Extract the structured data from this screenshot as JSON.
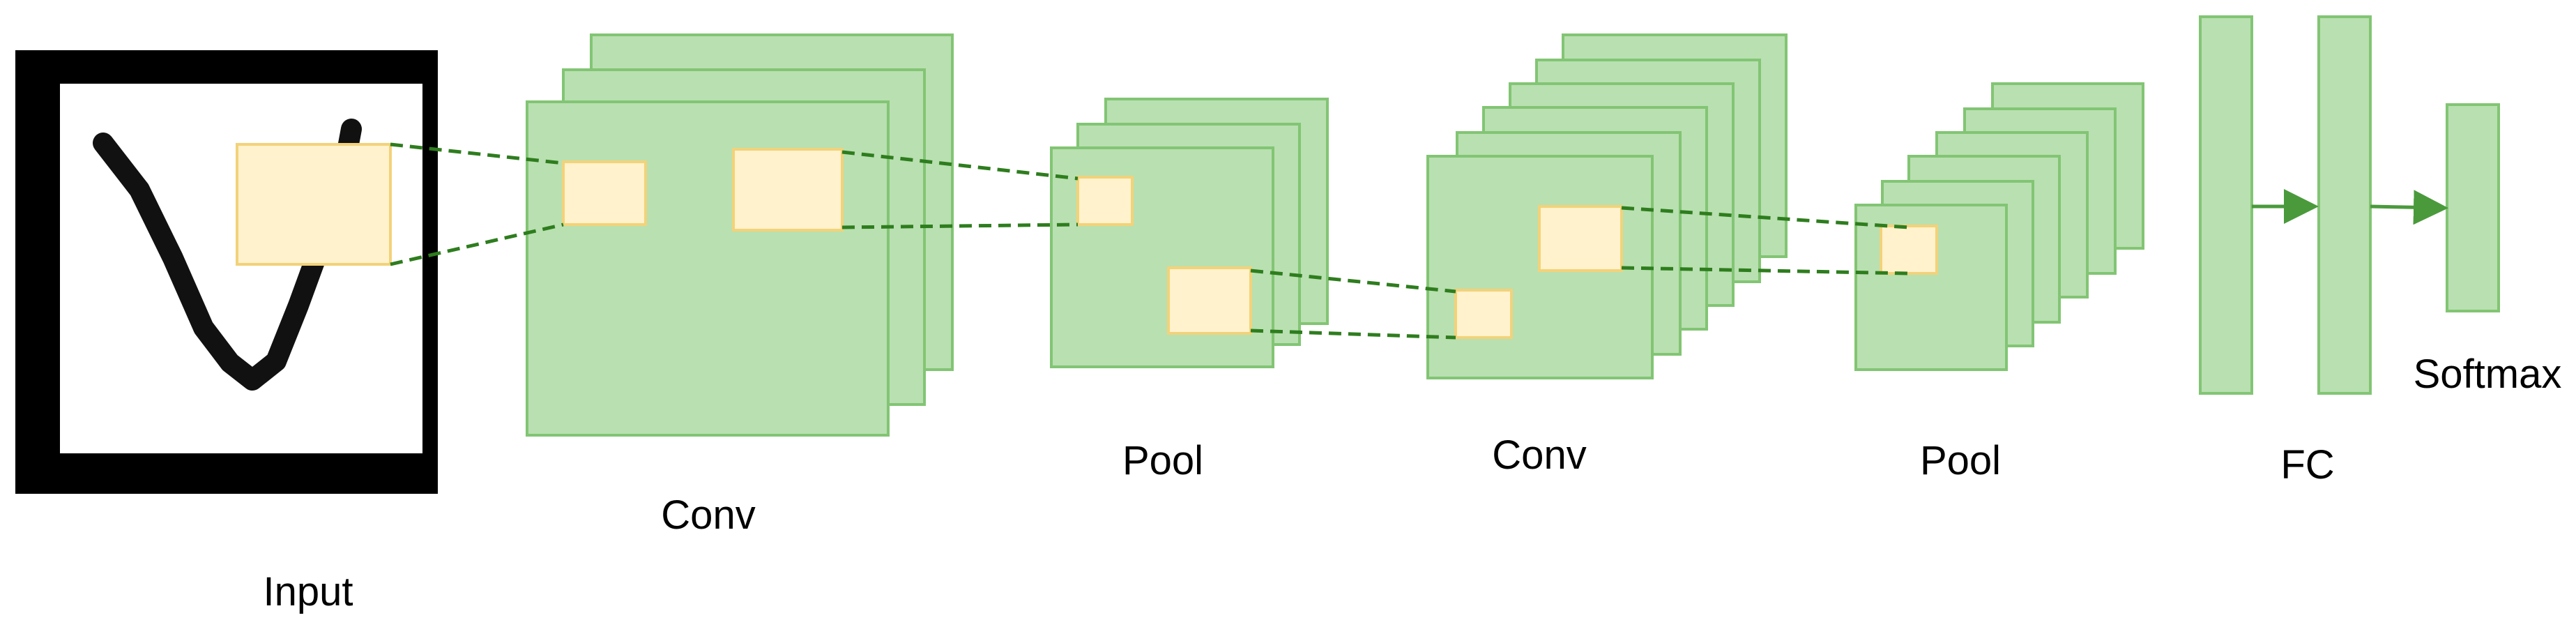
{
  "diagram": {
    "type": "cnn-architecture",
    "stages": [
      {
        "id": "input",
        "label": "Input"
      },
      {
        "id": "conv1",
        "label": "Conv"
      },
      {
        "id": "pool1",
        "label": "Pool"
      },
      {
        "id": "conv2",
        "label": "Conv"
      },
      {
        "id": "pool2",
        "label": "Pool"
      },
      {
        "id": "fc",
        "label": "FC"
      },
      {
        "id": "softmax",
        "label": "Softmax"
      }
    ],
    "colors": {
      "feature_map_fill": "#b9e0b1",
      "feature_map_stroke": "#82c574",
      "kernel_fill": "#fff2cc",
      "kernel_stroke": "#f2d27a",
      "connector": "#2e7d1e",
      "input_frame": "#000000"
    }
  }
}
